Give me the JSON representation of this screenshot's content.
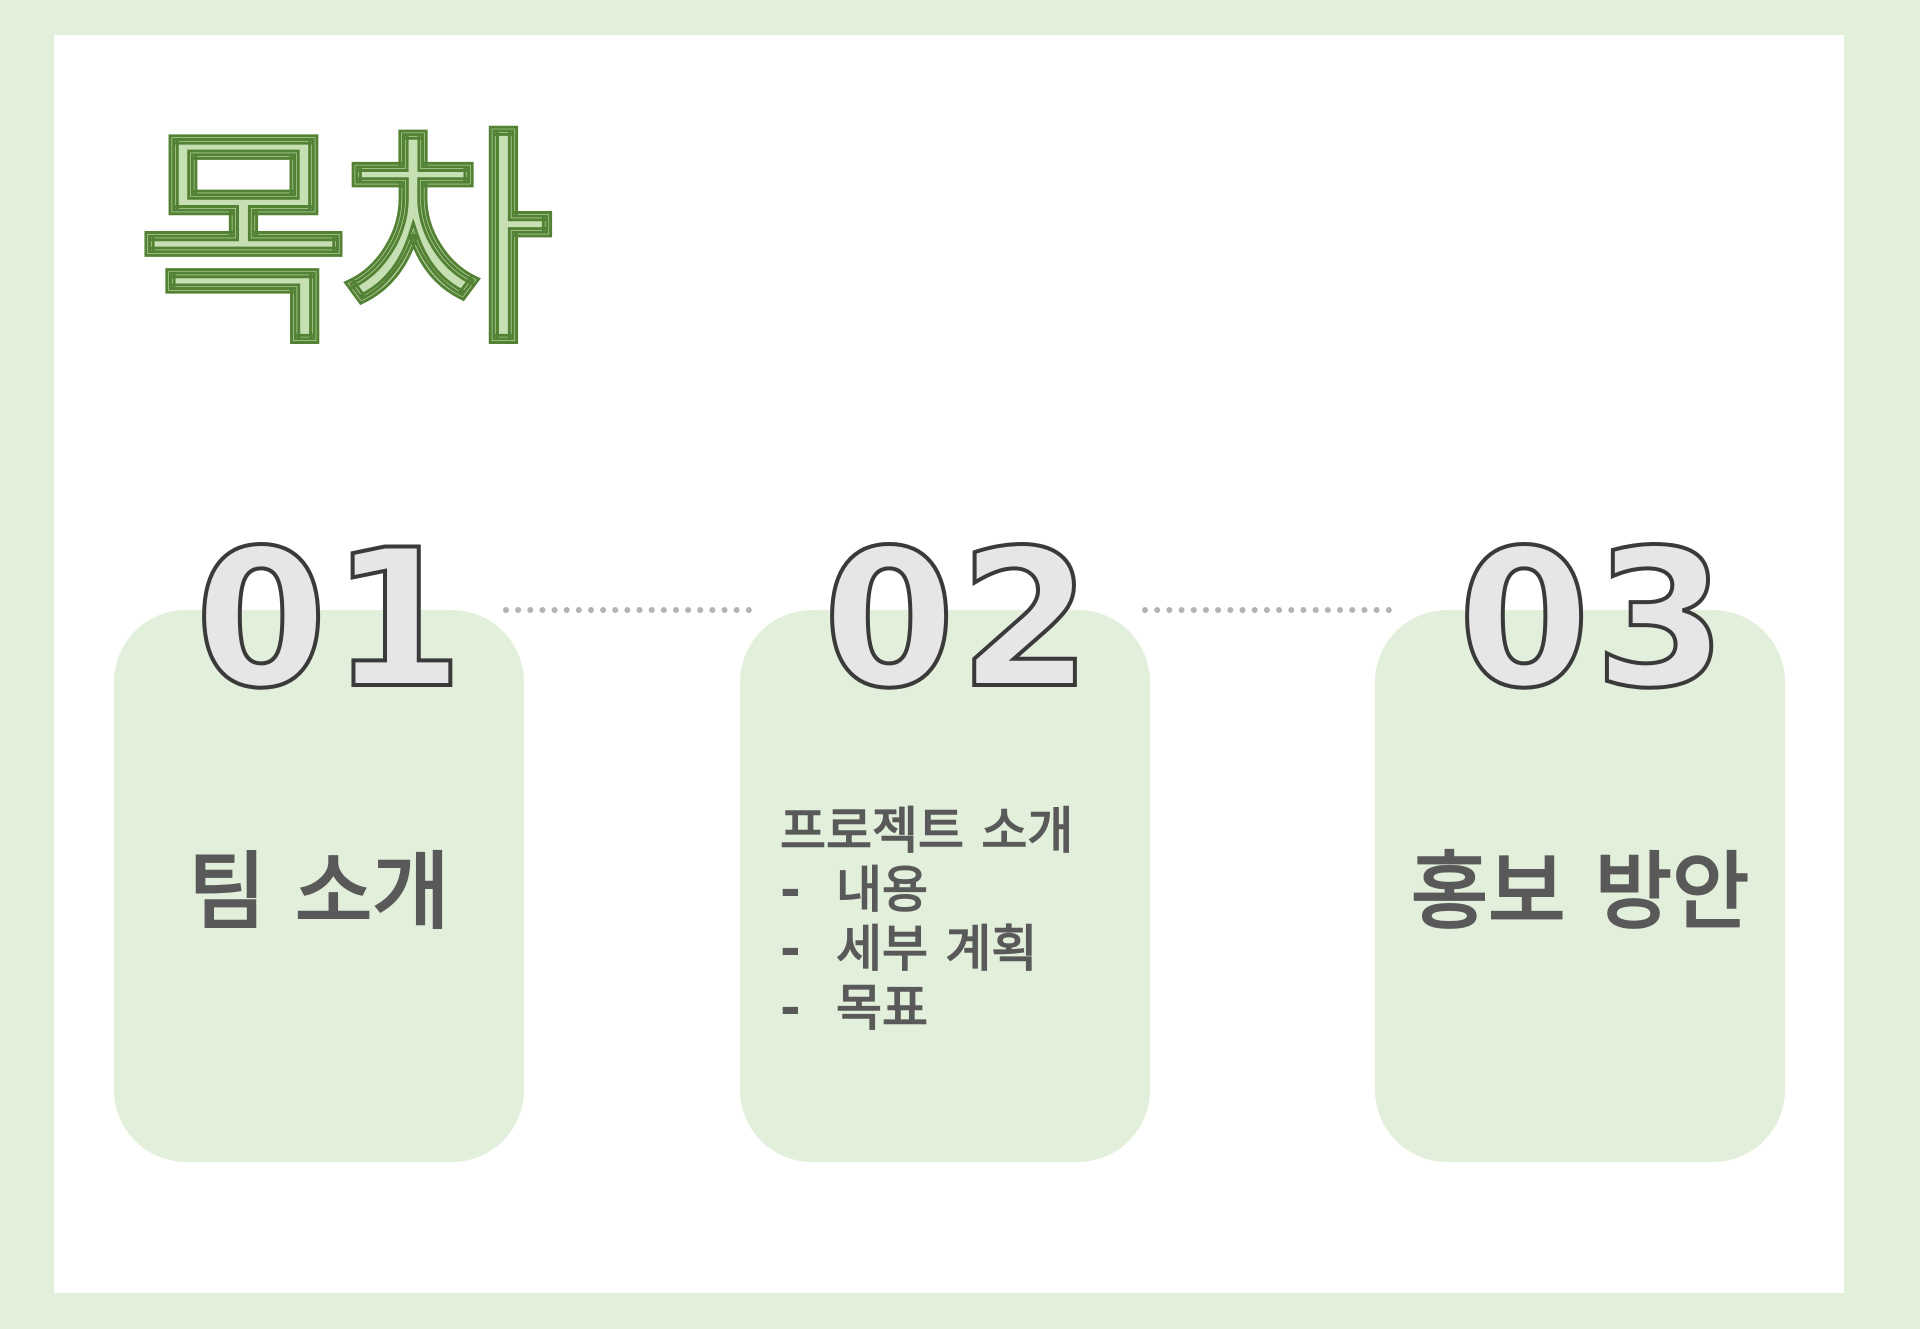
{
  "title": "목차",
  "sections": [
    {
      "number": "01",
      "label": "팀 소개"
    },
    {
      "number": "02",
      "label": "프로젝트 소개",
      "items": [
        {
          "bullet": "-",
          "text": "내용"
        },
        {
          "bullet": "-",
          "text": "세부 계획"
        },
        {
          "bullet": "-",
          "text": "목표"
        }
      ]
    },
    {
      "number": "03",
      "label": "홍보 방안"
    }
  ],
  "colors": {
    "frame": "#e2efda",
    "title_fill": "#c6e0b4",
    "title_stroke": "#548235",
    "card": "#e2efda",
    "number_fill": "#e7e6e6",
    "number_stroke": "#3a3a3a",
    "text": "#595959",
    "connector": "#b3b3b3"
  }
}
